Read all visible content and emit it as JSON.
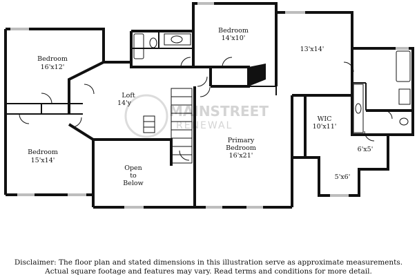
{
  "rooms": {
    "bedroom_top_left": {
      "name": "Bedroom",
      "dim": "16'x12'"
    },
    "bedroom_top": {
      "name": "Bedroom",
      "dim": "14'x10'"
    },
    "bedroom_bottom_left": {
      "name": "Bedroom",
      "dim": "15'x14'"
    },
    "loft": {
      "name": "Loft",
      "dim": "14'y"
    },
    "open_below": {
      "line1": "Open",
      "line2": "to",
      "line3": "Below"
    },
    "primary": {
      "line1": "Primary",
      "line2": "Bedroom",
      "dim": "16'x21'"
    },
    "sitting": {
      "dim": "13'x14'"
    },
    "wic": {
      "name": "WIC",
      "dim": "10'x11'"
    },
    "closet_a": {
      "dim": "6'x5'"
    },
    "closet_b": {
      "dim": "5'x6'"
    }
  },
  "watermark": {
    "line1": "MAINSTREET",
    "line2": "RENEWAL"
  },
  "disclaimer": {
    "line1": "Disclaimer: The floor plan and stated dimensions in this illustration serve as approximate measurements.",
    "line2": "Actual square footage and features may vary. Read terms and conditions for more detail."
  },
  "colors": {
    "wall": "#111111",
    "window": "#bdbdbd",
    "watermark": "#d4d4d4"
  }
}
